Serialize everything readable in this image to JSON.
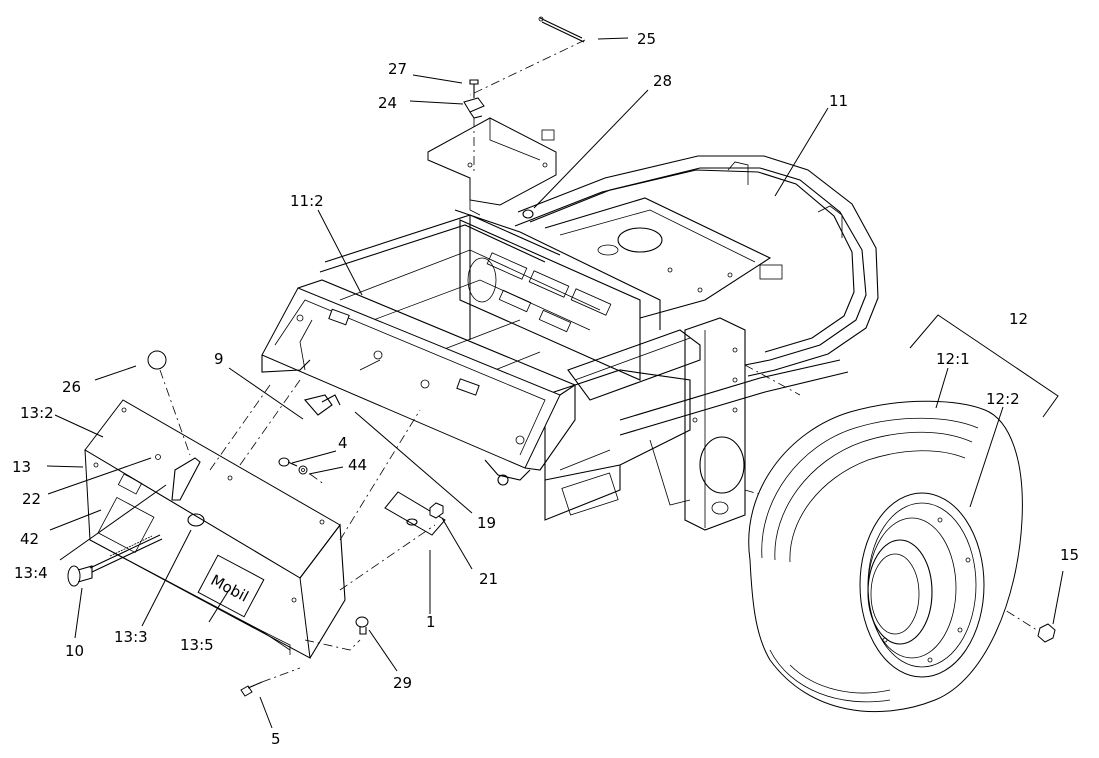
{
  "callouts": [
    {
      "id": "c25",
      "text": "25"
    },
    {
      "id": "c27",
      "text": "27"
    },
    {
      "id": "c24",
      "text": "24"
    },
    {
      "id": "c28",
      "text": "28"
    },
    {
      "id": "c11",
      "text": "11"
    },
    {
      "id": "c11_2",
      "text": "11:2"
    },
    {
      "id": "c12",
      "text": "12"
    },
    {
      "id": "c12_1",
      "text": "12:1"
    },
    {
      "id": "c12_2",
      "text": "12:2"
    },
    {
      "id": "c26",
      "text": "26"
    },
    {
      "id": "c9",
      "text": "9"
    },
    {
      "id": "c13_2",
      "text": "13:2"
    },
    {
      "id": "c13",
      "text": "13"
    },
    {
      "id": "c22",
      "text": "22"
    },
    {
      "id": "c4",
      "text": "4"
    },
    {
      "id": "c44",
      "text": "44"
    },
    {
      "id": "c42",
      "text": "42"
    },
    {
      "id": "c13_4",
      "text": "13:4"
    },
    {
      "id": "c19",
      "text": "19"
    },
    {
      "id": "c21",
      "text": "21"
    },
    {
      "id": "c15",
      "text": "15"
    },
    {
      "id": "c10",
      "text": "10"
    },
    {
      "id": "c13_3",
      "text": "13:3"
    },
    {
      "id": "c13_5",
      "text": "13:5"
    },
    {
      "id": "c1",
      "text": "1"
    },
    {
      "id": "c29",
      "text": "29"
    },
    {
      "id": "c5",
      "text": "5"
    }
  ]
}
